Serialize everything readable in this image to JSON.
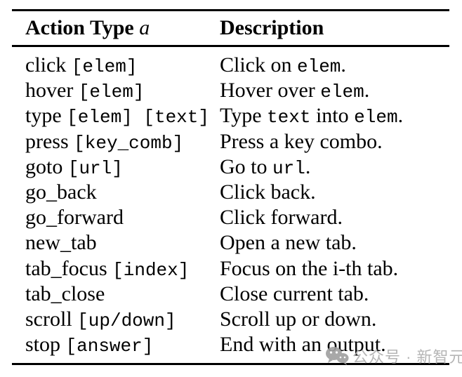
{
  "colors": {
    "background": "#ffffff",
    "text": "#000000",
    "rule": "#000000",
    "watermark": "#aeaeae"
  },
  "table": {
    "header": {
      "action": [
        {
          "t": "Action Type ",
          "f": "b"
        },
        {
          "t": "a",
          "f": "i"
        }
      ],
      "description": [
        {
          "t": "Description",
          "f": "b"
        }
      ]
    },
    "rows": [
      {
        "action": [
          {
            "t": "click ",
            "f": "r"
          },
          {
            "t": "[elem]",
            "f": "m"
          }
        ],
        "description": [
          {
            "t": "Click on ",
            "f": "r"
          },
          {
            "t": "elem",
            "f": "m"
          },
          {
            "t": ".",
            "f": "r"
          }
        ]
      },
      {
        "action": [
          {
            "t": "hover ",
            "f": "r"
          },
          {
            "t": "[elem]",
            "f": "m"
          }
        ],
        "description": [
          {
            "t": "Hover over ",
            "f": "r"
          },
          {
            "t": "elem",
            "f": "m"
          },
          {
            "t": ".",
            "f": "r"
          }
        ]
      },
      {
        "action": [
          {
            "t": "type ",
            "f": "r"
          },
          {
            "t": "[elem] [text]",
            "f": "m"
          }
        ],
        "description": [
          {
            "t": "Type ",
            "f": "r"
          },
          {
            "t": "text",
            "f": "m"
          },
          {
            "t": " into ",
            "f": "r"
          },
          {
            "t": "elem",
            "f": "m"
          },
          {
            "t": ".",
            "f": "r"
          }
        ]
      },
      {
        "action": [
          {
            "t": "press ",
            "f": "r"
          },
          {
            "t": "[key_comb]",
            "f": "m"
          }
        ],
        "description": [
          {
            "t": "Press a key combo.",
            "f": "r"
          }
        ]
      },
      {
        "action": [
          {
            "t": "goto ",
            "f": "r"
          },
          {
            "t": "[url]",
            "f": "m"
          }
        ],
        "description": [
          {
            "t": "Go to ",
            "f": "r"
          },
          {
            "t": "url",
            "f": "m"
          },
          {
            "t": ".",
            "f": "r"
          }
        ]
      },
      {
        "action": [
          {
            "t": "go_back",
            "f": "r"
          }
        ],
        "description": [
          {
            "t": "Click back.",
            "f": "r"
          }
        ]
      },
      {
        "action": [
          {
            "t": "go_forward",
            "f": "r"
          }
        ],
        "description": [
          {
            "t": "Click forward.",
            "f": "r"
          }
        ]
      },
      {
        "action": [
          {
            "t": "new_tab",
            "f": "r"
          }
        ],
        "description": [
          {
            "t": "Open a new tab.",
            "f": "r"
          }
        ]
      },
      {
        "action": [
          {
            "t": "tab_focus ",
            "f": "r"
          },
          {
            "t": "[index]",
            "f": "m"
          }
        ],
        "description": [
          {
            "t": "Focus on the i-th tab.",
            "f": "r"
          }
        ]
      },
      {
        "action": [
          {
            "t": "tab_close",
            "f": "r"
          }
        ],
        "description": [
          {
            "t": "Close current tab.",
            "f": "r"
          }
        ]
      },
      {
        "action": [
          {
            "t": "scroll ",
            "f": "r"
          },
          {
            "t": "[up/down]",
            "f": "m"
          }
        ],
        "description": [
          {
            "t": "Scroll up or down.",
            "f": "r"
          }
        ]
      },
      {
        "action": [
          {
            "t": "stop ",
            "f": "r"
          },
          {
            "t": "[answer]",
            "f": "m"
          }
        ],
        "description": [
          {
            "t": "End with an output.",
            "f": "r"
          }
        ]
      }
    ]
  },
  "watermark": {
    "icon": "chat-bubbles-icon",
    "text": "公众号 · 新智元"
  }
}
